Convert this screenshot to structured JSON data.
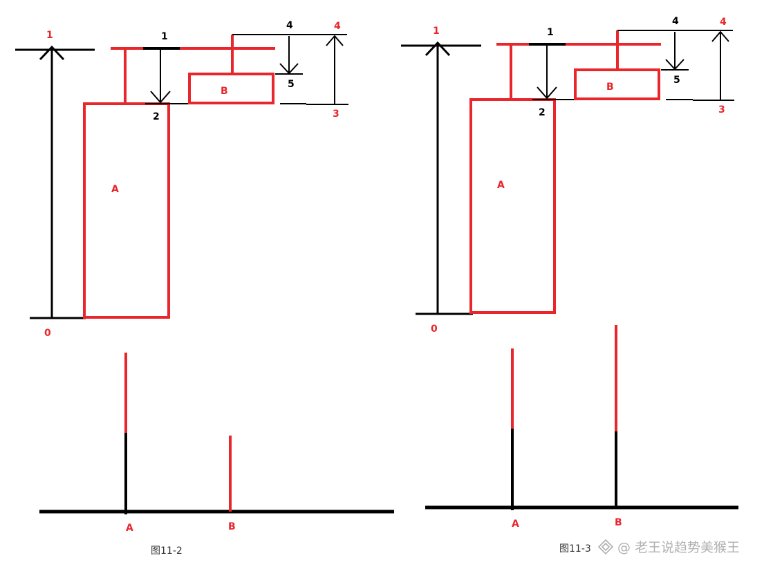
{
  "colors": {
    "red": "#e8262b",
    "black": "#000000",
    "caption": "#333333",
    "watermark": "#b0b0b0"
  },
  "figures": [
    {
      "id": "fig11-2",
      "caption": "图11-2",
      "level_labels": {
        "l0": "0",
        "l1": "1",
        "l1b": "1",
        "l2": "2",
        "l3": "3",
        "l4": "4",
        "l4b": "4",
        "l5": "5"
      },
      "box_labels": {
        "a": "A",
        "b": "B"
      },
      "axis_labels": {
        "a": "A",
        "b": "B"
      }
    },
    {
      "id": "fig11-3",
      "caption": "图11-3",
      "level_labels": {
        "l0": "0",
        "l1": "1",
        "l1b": "1",
        "l2": "2",
        "l3": "3",
        "l4": "4",
        "l4b": "4",
        "l5": "5"
      },
      "box_labels": {
        "a": "A",
        "b": "B"
      },
      "axis_labels": {
        "a": "A",
        "b": "B"
      }
    }
  ],
  "watermark": {
    "icon": "watermark-logo-icon",
    "text": "@ 老王说趋势美猴王"
  }
}
